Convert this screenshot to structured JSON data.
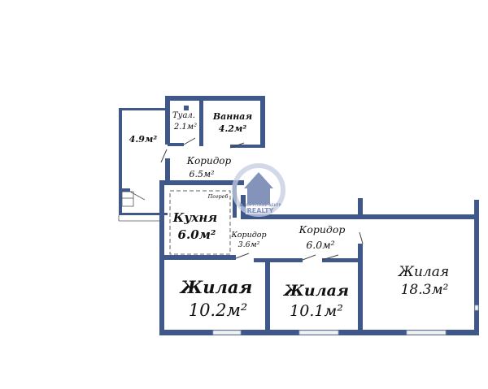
{
  "plan": {
    "rooms": [
      {
        "id": "balcony",
        "name": "",
        "area": "4.9м²"
      },
      {
        "id": "toilet",
        "name": "Туал.",
        "area": "2.1м²"
      },
      {
        "id": "bathroom",
        "name": "Ванная",
        "area": "4.2м²"
      },
      {
        "id": "corridor-top",
        "name": "Коридор",
        "area": "6.5м²"
      },
      {
        "id": "kitchen",
        "name": "Кухня",
        "area": "6.0м²"
      },
      {
        "id": "corridor-small",
        "name": "Коридор",
        "area": "3.6м²"
      },
      {
        "id": "corridor-right",
        "name": "Коридор",
        "area": "6.0м²"
      },
      {
        "id": "living-left",
        "name": "Жилая",
        "area": "10.2м²"
      },
      {
        "id": "living-middle",
        "name": "Жилая",
        "area": "10.1м²"
      },
      {
        "id": "living-right",
        "name": "Жилая",
        "area": "18.3м²"
      }
    ],
    "cellar_label": "Погреб",
    "watermark": {
      "small": "БЕЛОРУССКИЙ ЦЕНТР",
      "brand": "REALTY"
    },
    "colors": {
      "wall": "#3f5789",
      "wall_inner": "#ffffff",
      "text": "#111111",
      "watermark": "#5a6fa3",
      "window": "#f2f2f2"
    }
  }
}
